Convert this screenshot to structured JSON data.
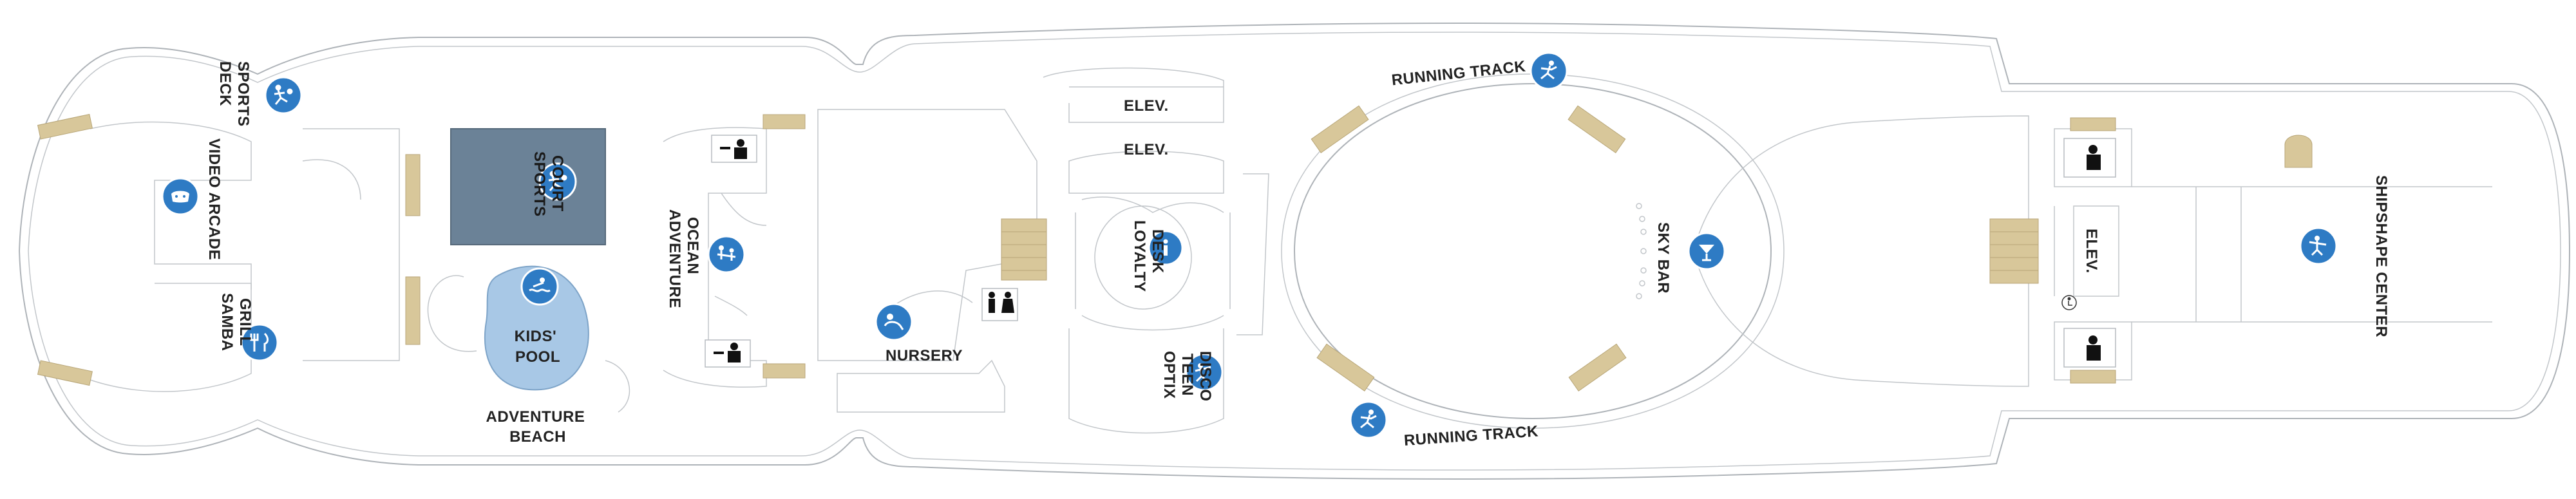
{
  "deck": {
    "labels": {
      "sports_deck": [
        "SPORTS",
        "DECK"
      ],
      "video_arcade": "VIDEO ARCADE",
      "samba_grill": [
        "SAMBA",
        "GRILL"
      ],
      "sports_court": [
        "SPORTS",
        "COURT"
      ],
      "kids_pool": [
        "KIDS'",
        "POOL"
      ],
      "adventure_beach": [
        "ADVENTURE",
        "BEACH"
      ],
      "adventure_ocean": [
        "ADVENTURE",
        "OCEAN"
      ],
      "nursery": "NURSERY",
      "elev_top": "ELEV.",
      "elev_mid": "ELEV.",
      "loyalty_desk": [
        "LOYALTY",
        "DESK"
      ],
      "optix_teen_disco": [
        "OPTIX",
        "TEEN",
        "DISCO"
      ],
      "running_track_top": "RUNNING TRACK",
      "running_track_bottom": "RUNNING TRACK",
      "sky_bar": "SKY BAR",
      "elev_aft": "ELEV.",
      "shipshape_center": "SHIPSHAPE CENTER"
    },
    "icons": {
      "sports_deck": "sports-icon",
      "video_arcade": "arcade-icon",
      "samba_grill": "dining-icon",
      "sports_court": "sports-icon",
      "kids_pool": "pool-icon",
      "adventure_ocean": "kids-icon",
      "nursery": "nursery-icon",
      "loyalty_desk": "info-icon",
      "optix_teen_disco": "teen-icon",
      "running_track": "running-icon",
      "sky_bar": "bar-icon",
      "shipshape_center": "fitness-icon",
      "restroom": "restroom-icon",
      "accessible": "accessible-icon"
    },
    "colors": {
      "hull_outline": "#aeb3b8",
      "icon_blue": "#2e7bc4",
      "sports_court_fill": "#6b8297",
      "pool_fill": "#a8c8e6",
      "stairs_fill": "#d8c79a",
      "label_text": "#222222"
    }
  }
}
